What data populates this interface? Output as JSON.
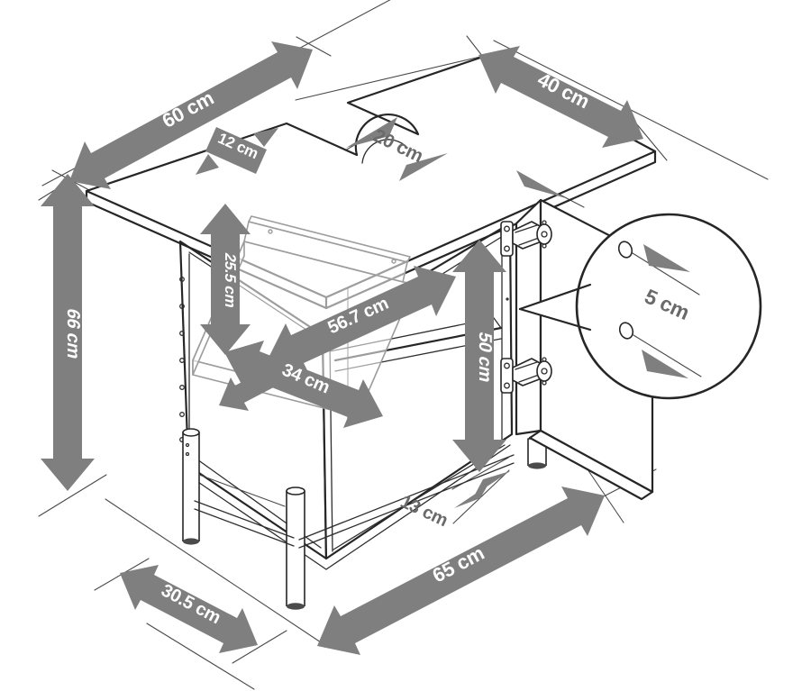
{
  "diagram": {
    "type": "isometric-furniture-dimension-diagram",
    "subject": "bathroom vanity base cabinet with pipe cutout, open door and pull-out shelf",
    "unit": "cm",
    "dimensions": {
      "top_width": {
        "label": "60 cm"
      },
      "top_depth": {
        "label": "40 cm"
      },
      "cutout_width": {
        "label": "12 cm"
      },
      "cutout_to_corner": {
        "label": "20 cm"
      },
      "total_height": {
        "label": "66 cm"
      },
      "upper_height": {
        "label": "25.5 cm"
      },
      "interior_width": {
        "label": "56.7 cm"
      },
      "shelf_depth": {
        "label": "34 cm"
      },
      "door_height": {
        "label": "50 cm"
      },
      "hole_spacing": {
        "label": "5 cm"
      },
      "leg_inset": {
        "label": "13 cm"
      },
      "base_width": {
        "label": "65 cm"
      },
      "base_depth": {
        "label": "30.5 cm"
      }
    },
    "colors": {
      "arrow": "#7f7f7f",
      "arrow_text": "#ffffff",
      "plain_text": "#6a6a6a",
      "line_art": "#262626",
      "background": "#ffffff"
    }
  }
}
